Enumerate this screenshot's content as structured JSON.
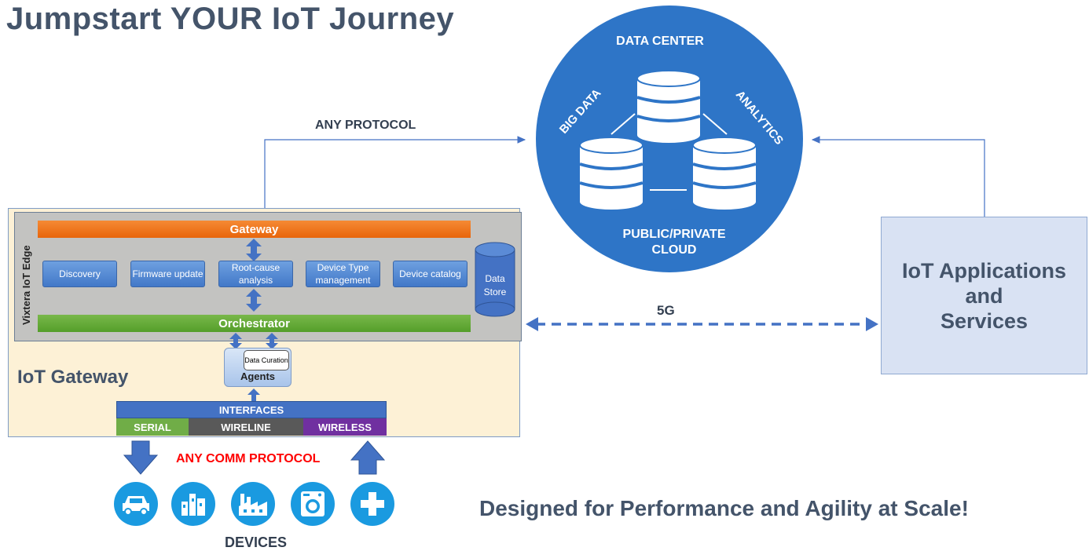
{
  "title": "Jumpstart YOUR IoT Journey",
  "tagline": "Designed for Performance and Agility at Scale!",
  "cloud": {
    "top_label": "DATA CENTER",
    "left_label": "BIG DATA",
    "right_label": "ANALYTICS",
    "bottom_label_1": "PUBLIC/PRIVATE",
    "bottom_label_2": "CLOUD",
    "color": "#2e75c7"
  },
  "connections": {
    "any_protocol": "ANY PROTOCOL",
    "link_5g": "5G"
  },
  "edge": {
    "label": "Vixtera IoT Edge",
    "gateway_bar": "Gateway",
    "orchestrator_bar": "Orchestrator",
    "modules": [
      "Discovery",
      "Firmware update",
      "Root-cause analysis",
      "Device Type management",
      "Device catalog"
    ],
    "data_store_1": "Data",
    "data_store_2": "Store"
  },
  "gateway": {
    "label": "IoT Gateway",
    "agents": "Agents",
    "data_curation": "Data Curation",
    "interfaces": "INTERFACES",
    "serial": "SERIAL",
    "wireline": "WIRELINE",
    "wireless": "WIRELESS"
  },
  "apps": {
    "line1": "IoT Applications",
    "line2": "and",
    "line3": "Services"
  },
  "devices": {
    "comm_protocol": "ANY COMM PROTOCOL",
    "label": "DEVICES",
    "icons": [
      "car-icon",
      "factory-icon",
      "industrial-plant-icon",
      "washing-machine-icon",
      "medical-cross-icon"
    ],
    "color": "#1a9ae0"
  }
}
